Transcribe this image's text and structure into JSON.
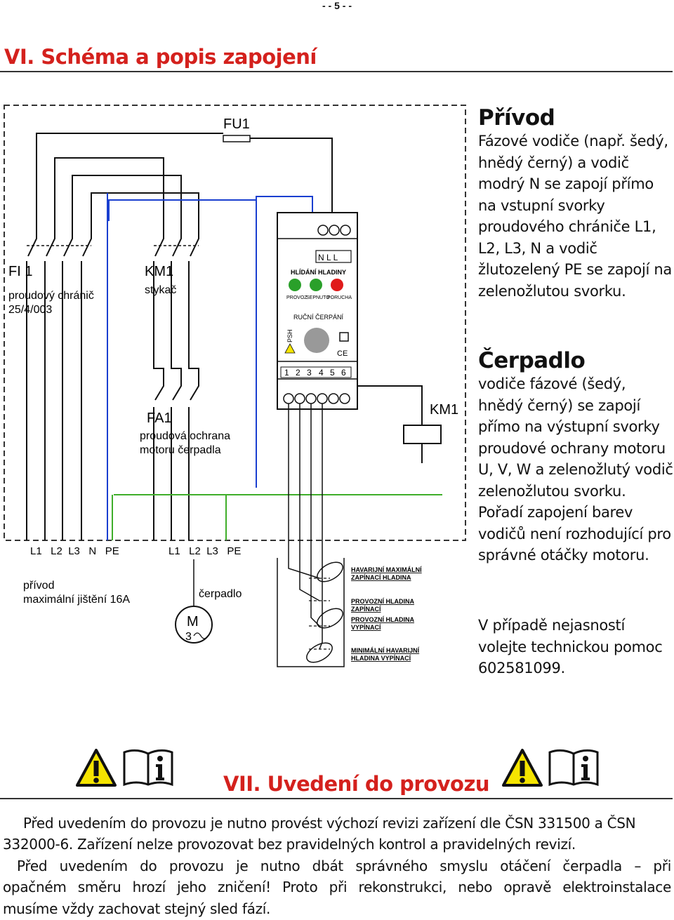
{
  "page_number": "- - 5 - -",
  "section6_title": "VI. Schéma a popis zapojení",
  "diagram": {
    "fu1": "FU1",
    "fi1": "FI 1",
    "fi1_desc1": "proudový chránič",
    "fi1_desc2": "25/4/003",
    "km1": "KM1",
    "km1_desc": "stykač",
    "fa1": "FA1",
    "fa1_desc1": "proudová ochrana",
    "fa1_desc2": "motoru čerpadla",
    "km1_coil": "KM1",
    "supply_terms": "L1   L2  L3   N   PE",
    "motor_terms": "L1   L2  L3   PE",
    "supply_desc1": "přívod",
    "supply_desc2": "maximální jištění 16A",
    "pump_label": "čerpadlo",
    "motor_letter": "M",
    "motor_phase": "3",
    "unit": {
      "terminals_top": "N  L  L",
      "title": "HLÍDÁNÍ HLADINY",
      "led_labels": [
        "PROVOZ",
        "SEPNUTO",
        "PORUCHA"
      ],
      "manual": "RUČNÍ ČERPÁNÍ",
      "psh": "PSH",
      "ce": "CE",
      "numbers": [
        "1",
        "2",
        "3",
        "4",
        "5",
        "6"
      ]
    },
    "levels": [
      {
        "line1": "HAVARIJNÍ MAXIMÁLNÍ",
        "line2": "ZAPÍNACÍ HLADINA"
      },
      {
        "line1": "PROVOZNÍ HLADINA",
        "line2": "ZAPÍNACÍ"
      },
      {
        "line1": "PROVOZNÍ HLADINA",
        "line2": "VYPÍNACÍ"
      },
      {
        "line1": "MINIMÁLNÍ HAVARIJNÍ",
        "line2": "HLADINA VYPÍNACÍ"
      }
    ]
  },
  "side": {
    "prívod_title": "Přívod",
    "prívod_text": "Fázové vodiče (např. šedý, hnědý černý) a vodič modrý N se zapojí přímo na vstupní svorky proudového chrániče L1, L2, L3, N a vodič žlutozelený PE se zapojí na zelenožlutou svorku.",
    "cerpadlo_title": "Čerpadlo",
    "cerpadlo_text": "vodiče fázové (šedý, hnědý černý) se zapojí přímo na výstupní svorky proudové ochrany motoru U, V, W a zelenožlutý vodič zelenožlutou svorku. Pořadí zapojení barev vodičů není rozhodující pro správné otáčky motoru.",
    "help_text": "V případě nejasností volejte technickou pomoc 602581099."
  },
  "section7_title": "VII. Uvedení do provozu",
  "para1_l1": "Před uvedením do provozu je nutno provést výchozí revizi zařízení dle ČSN 331500 a ČSN",
  "para1_l2": "332000-6. Zařízení nelze provozovat bez pravidelných kontrol a pravidelných revizí.",
  "para2_l1": "Před uvedením do provozu je nutno dbát správného smyslu otáčení čerpadla – při",
  "para2_l2": "opačném směru hrozí jeho zničení! Proto při rekonstrukci, nebo opravě elektroinstalace",
  "para2_l3": "musíme vždy zachovat stejný sled fází.",
  "colors": {
    "heading": "#d4211d",
    "blue_wire": "#1a3fd0",
    "green_wire": "#3fae2a",
    "led_green": "#2aa02a",
    "led_red": "#e01b1b",
    "warning_yellow": "#f5e400"
  }
}
